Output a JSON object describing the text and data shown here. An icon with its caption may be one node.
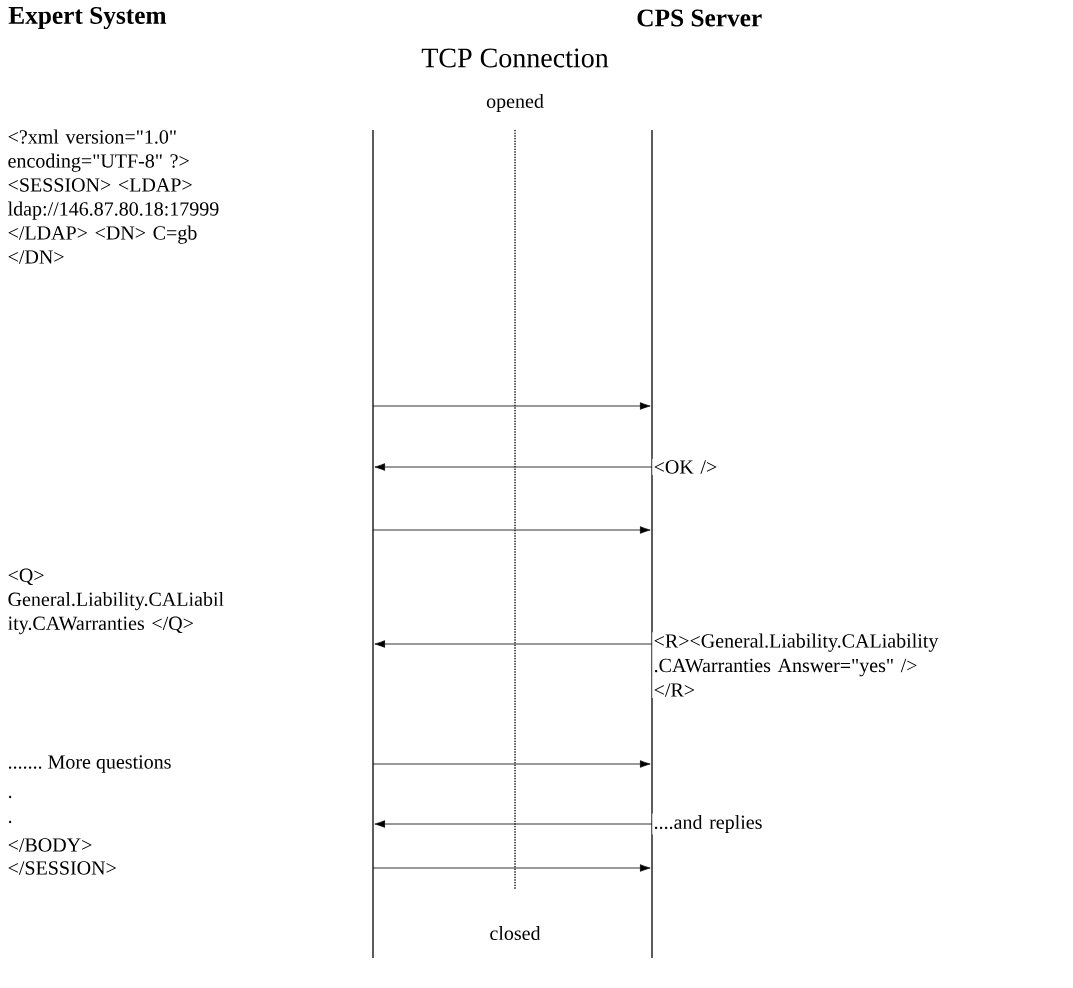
{
  "diagram": {
    "nodes": [
      {
        "text": [
          "Expert System"
        ]
      },
      {
        "text": [
          "CPS Server"
        ]
      },
      {
        "text": [],
        "shape": "bar"
      },
      {
        "text": [],
        "shape": "bar"
      }
    ],
    "edges": [
      {
        "from": 2,
        "to": 3,
        "arrow": "to"
      },
      {
        "from": 3,
        "to": 2,
        "arrow": "to",
        "label": "<OK />"
      },
      {
        "from": 2,
        "to": 3,
        "arrow": "to"
      },
      {
        "from": 3,
        "to": 2,
        "arrow": "to",
        "label": "<R><General.Liability.CALiability .CAWarranties Answer=\"yes\" /> </R>"
      },
      {
        "from": 2,
        "to": 3,
        "arrow": "to"
      },
      {
        "from": 3,
        "to": 2,
        "arrow": "to",
        "label": "....and replies"
      },
      {
        "from": 2,
        "to": 3,
        "arrow": "to"
      }
    ],
    "labels": [
      "TCP Connection",
      "opened",
      "<?xml version=\"1.0\" encoding=\"UTF-8\" ?> <SESSION> <LDAP> ldap://146.87.80.18:17999 </LDAP> <DN> C=gb </DN>",
      "<Q> General.Liability.CALiabil ity.CAWarranties </Q>",
      "....... More questions",
      ".",
      ".",
      "</BODY>",
      "</SESSION>",
      "closed"
    ]
  }
}
